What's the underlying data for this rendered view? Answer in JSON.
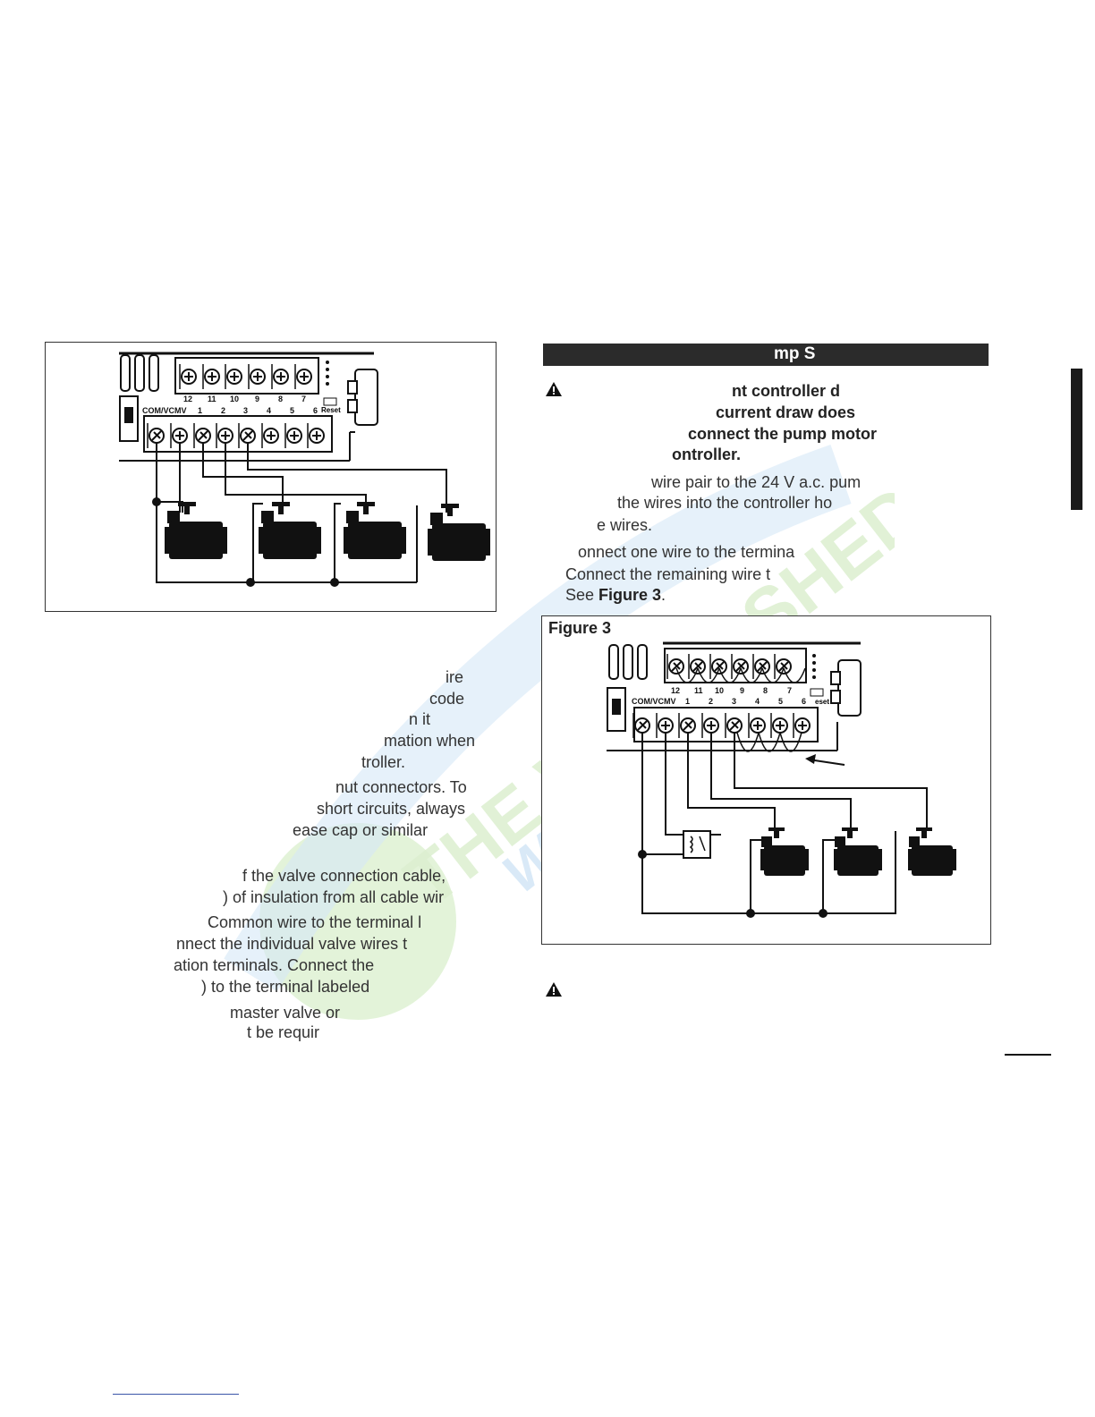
{
  "section_header": "mp S",
  "warning_lines": [
    "nt controller d",
    "current draw does",
    "connect the pump motor",
    "ontroller."
  ],
  "right_steps": [
    "wire pair to the 24 V a.c. pum",
    "the wires into the controller ho",
    "e wires.",
    "onnect one wire to the termina",
    "Connect the remaining wire t"
  ],
  "see_figure": {
    "prefix": "See ",
    "ref": "Figure 3",
    "suffix": "."
  },
  "figure3_title": "Figure 3",
  "left_text_lines": [
    "ire",
    "code",
    "n it",
    "mation when",
    "troller.",
    "nut connectors. To",
    "short circuits, always",
    "ease cap or similar",
    "f the valve connection cable,",
    ") of insulation from all cable wir",
    "Common wire to the terminal l",
    "nnect the individual valve wires t",
    "ation terminals. Connect the",
    ") to the terminal labeled",
    "master valve or",
    "t be requir"
  ],
  "diagram_labels": {
    "top_terminals": [
      "12",
      "11",
      "10",
      "9",
      "8",
      "7"
    ],
    "bottom_terminals": [
      "COM/VC",
      "MV",
      "1",
      "2",
      "3",
      "4",
      "5",
      "6"
    ],
    "reset": "Reset",
    "reset_fig3": "eset",
    "top_terminals_fig3": [
      "12",
      "11",
      "10",
      "9",
      "8",
      "7"
    ]
  },
  "watermark": {
    "line1": "THE WATERSHED",
    "line2": "Water Systems"
  },
  "colors": {
    "header_bg": "#2b2b2b",
    "text": "#333333",
    "watermark_green": "#c9e7b8",
    "watermark_blue": "#cfe3f4",
    "link": "#3a55a8"
  }
}
